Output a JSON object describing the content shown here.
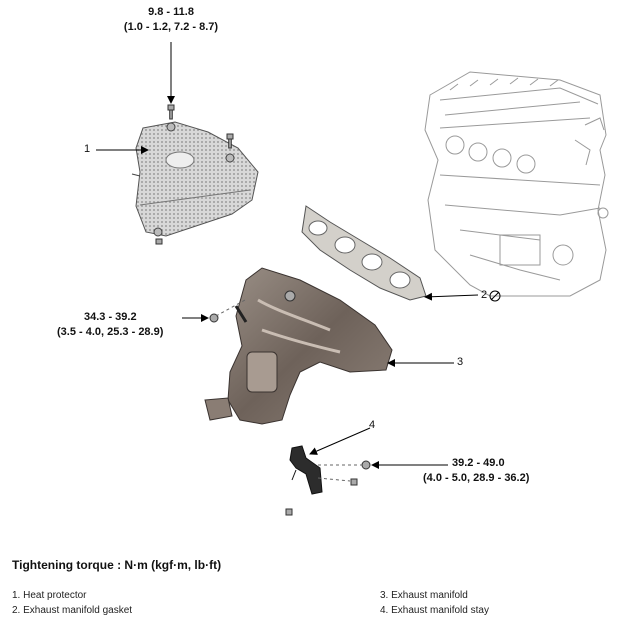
{
  "torque_top": {
    "nm": "9.8 - 11.8",
    "alt": "(1.0 - 1.2, 7.2 - 8.7)"
  },
  "torque_left": {
    "nm": "34.3 - 39.2",
    "alt": "(3.5 - 4.0, 25.3 - 28.9)"
  },
  "torque_right": {
    "nm": "39.2 - 49.0",
    "alt": "(4.0 - 5.0, 28.9 - 36.2)"
  },
  "callouts": {
    "c1": "1",
    "c2": "2",
    "c3": "3",
    "c4": "4"
  },
  "tightening_title": "Tightening torque : N·m (kgf·m, lb·ft)",
  "legend": [
    "1. Heat protector",
    "2. Exhaust manifold gasket",
    "3. Exhaust manifold",
    "4. Exhaust manifold stay"
  ]
}
